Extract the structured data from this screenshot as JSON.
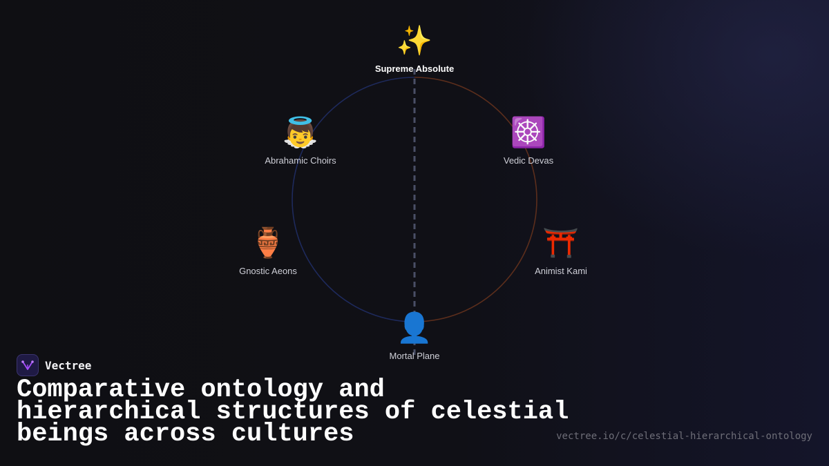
{
  "diagram": {
    "nodes": {
      "top": {
        "icon": "✨",
        "icon_name": "sparkles-icon",
        "label": "Supreme Absolute"
      },
      "upper_left": {
        "icon": "👼",
        "icon_name": "angel-icon",
        "label": "Abrahamic Choirs"
      },
      "upper_right": {
        "icon": "☸️",
        "icon_name": "dharma-wheel-icon",
        "label": "Vedic Devas"
      },
      "lower_left": {
        "icon": "🏺",
        "icon_name": "amphora-icon",
        "label": "Gnostic Aeons"
      },
      "lower_right": {
        "icon": "⛩️",
        "icon_name": "torii-gate-icon",
        "label": "Animist Kami"
      },
      "bottom": {
        "icon": "👤",
        "icon_name": "person-silhouette-icon",
        "label": "Mortal Plane"
      }
    },
    "colors": {
      "left_arc": "#1e2a5c",
      "right_arc": "#5c2e1c",
      "axis": "#4a4f66"
    }
  },
  "brand": {
    "name": "Vectree",
    "logo_icon": "vectree-logo-icon",
    "logo_color": "#a64dff"
  },
  "headline": "Comparative ontology and hierarchical structures of celestial beings across cultures",
  "url": "vectree.io/c/celestial-hierarchical-ontology"
}
